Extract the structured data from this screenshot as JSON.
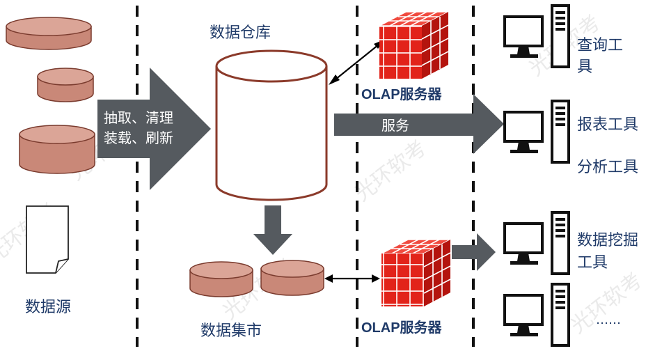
{
  "labels": {
    "data_source": "数据源",
    "warehouse": "数据仓库",
    "etl_line1": "抽取、清理",
    "etl_line2": "装载、刷新",
    "service": "服务",
    "olap_top": "OLAP服务器",
    "olap_bottom": "OLAP服务器",
    "datamart": "数据集市",
    "query_tool_line1": "查询工",
    "query_tool_line2": "具",
    "report_tool": "报表工具",
    "analysis_tool": "分析工具",
    "mining_tool_line1": "数据挖掘",
    "mining_tool_line2": "工具",
    "more_tools": "……"
  },
  "watermark": "光环软考",
  "colors": {
    "label_text": "#1f3a68",
    "cylinder_fill": "#c98878",
    "cylinder_top": "#dba597",
    "cylinder_stroke": "#7a3b2e",
    "warehouse_stroke": "#8b3a2a",
    "arrow_fill": "#555a5f",
    "cube_red": "#e2231a",
    "monitor_stroke": "#111111"
  }
}
